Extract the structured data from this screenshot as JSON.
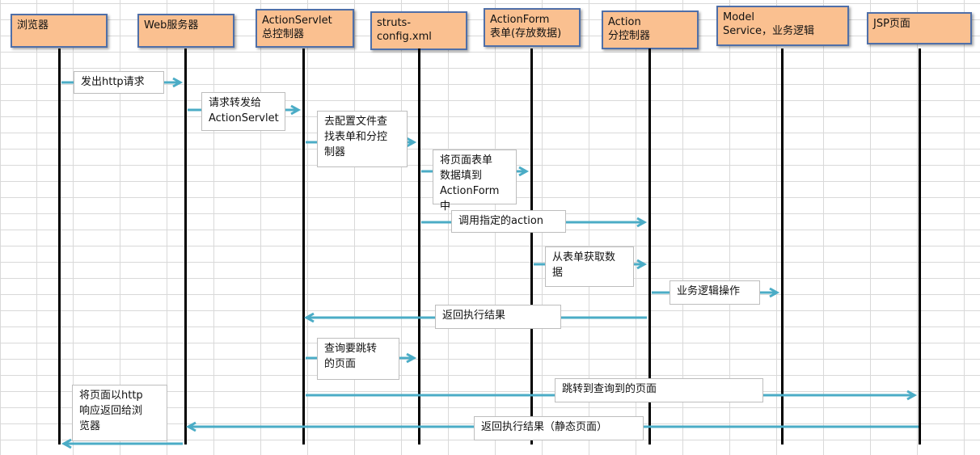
{
  "participants": [
    {
      "line1": "浏览器",
      "line2": ""
    },
    {
      "line1": "Web服务器",
      "line2": ""
    },
    {
      "line1": "ActionServlet",
      "line2": "总控制器"
    },
    {
      "line1": "struts-",
      "line2": "config.xml"
    },
    {
      "line1": "ActionForm",
      "line2": "表单(存放数据)"
    },
    {
      "line1": "Action",
      "line2": "分控制器"
    },
    {
      "line1": "Model",
      "line2": "Service，业务逻辑"
    },
    {
      "line1": "JSP页面",
      "line2": ""
    }
  ],
  "messages": [
    {
      "from": 0,
      "to": 1,
      "text": "发出http请求"
    },
    {
      "from": 1,
      "to": 2,
      "text": "请求转发给\nActionServlet"
    },
    {
      "from": 2,
      "to": 3,
      "text": "去配置文件查\n找表单和分控\n制器"
    },
    {
      "from": 3,
      "to": 4,
      "text": "将页面表单\n数据填到\nActionForm中"
    },
    {
      "from": 3,
      "to": 5,
      "text": "调用指定的action"
    },
    {
      "from": 4,
      "to": 5,
      "text": "从表单获取数\n据"
    },
    {
      "from": 5,
      "to": 6,
      "text": "业务逻辑操作"
    },
    {
      "from": 5,
      "to": 2,
      "text": "返回执行结果"
    },
    {
      "from": 2,
      "to": 3,
      "text": "查询要跳转\n的页面"
    },
    {
      "from": 2,
      "to": 7,
      "text": "跳转到查询到的页面"
    },
    {
      "from": 7,
      "to": 1,
      "text": "返回执行结果（静态页面）"
    },
    {
      "from": 1,
      "to": 0,
      "text": "将页面以http\n响应返回给浏\n览器"
    }
  ],
  "colors": {
    "header_fill": "#fac090",
    "header_border": "#4f6fa8",
    "arrow": "#4bacc6",
    "lifeline": "#000000",
    "grid": "#d9d9d9"
  }
}
